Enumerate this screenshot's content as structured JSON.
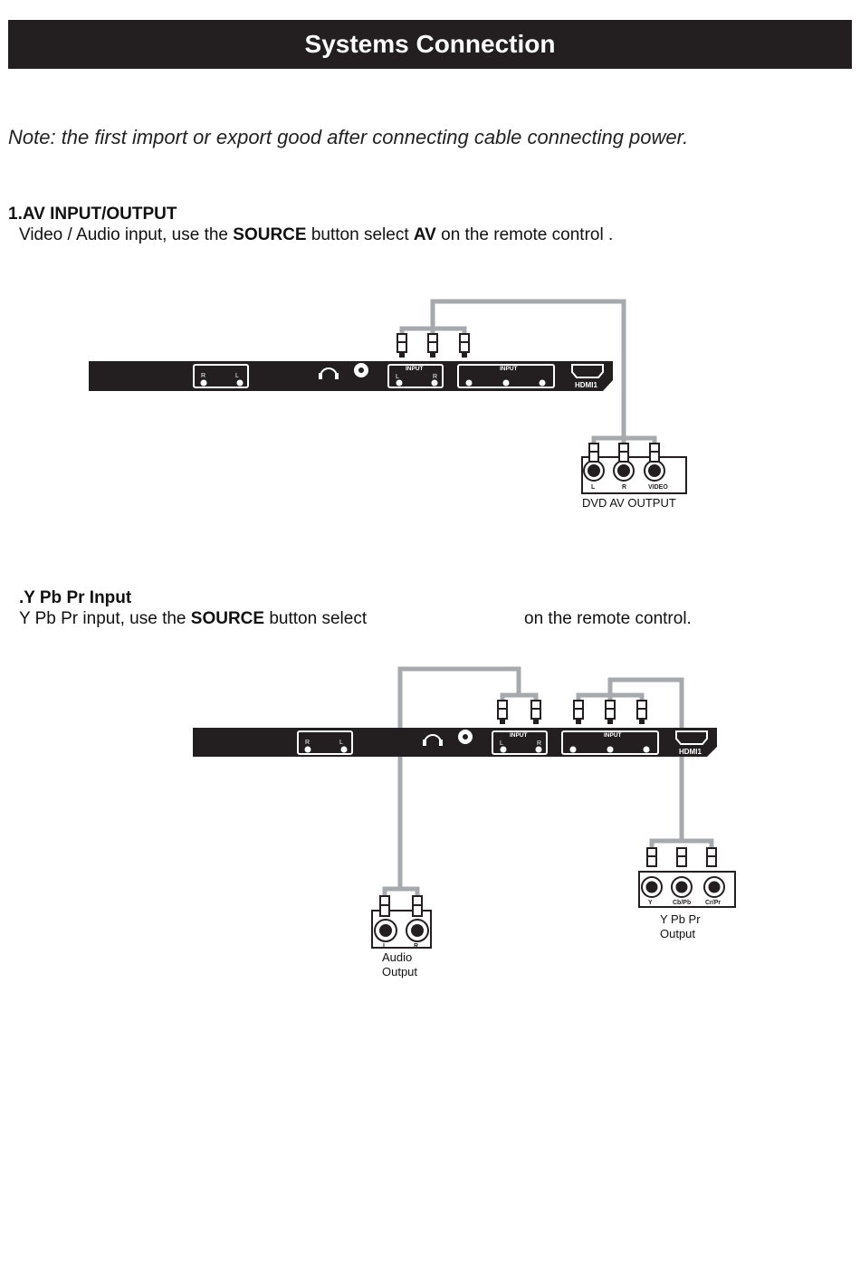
{
  "page": {
    "title": "Systems Connection"
  },
  "note": "Note: the first import or export good after connecting cable connecting power.",
  "section1": {
    "title": "1.AV INPUT/OUTPUT",
    "desc_pre": "Video / Audio input, use the ",
    "desc_bold1": "SOURCE",
    "desc_mid": " button select ",
    "desc_bold2": "AV",
    "desc_post": " on the remote control .",
    "panel": {
      "input_label_a": "INPUT",
      "input_label_b": "INPUT",
      "hdmi_label": "HDMI1",
      "audio_r": "R",
      "audio_l": "L",
      "in_l": "L",
      "in_r": "R"
    },
    "device": {
      "jack_l": "L",
      "jack_r": "R",
      "jack_video": "VIDEO",
      "caption": "DVD  AV OUTPUT"
    }
  },
  "section2": {
    "title": ".Y Pb Pr Input",
    "desc_pre": "Y Pb Pr input, use the ",
    "desc_bold": "SOURCE",
    "desc_mid": " button select",
    "desc_post": "on the remote control.",
    "panel": {
      "input_label_a": "INPUT",
      "input_label_b": "INPUT",
      "hdmi_label": "HDMI1",
      "audio_r": "R",
      "audio_l": "L",
      "in_l": "L",
      "in_r": "R"
    },
    "audio_device": {
      "jack_l": "L",
      "jack_r": "R",
      "caption_line1": "Audio",
      "caption_line2": "Output"
    },
    "ypbpr_device": {
      "jack_y": "Y",
      "jack_cb": "Cb/Pb",
      "jack_cr": "Cr/Pr",
      "caption_line1": "Y Pb Pr",
      "caption_line2": "Output"
    }
  },
  "colors": {
    "header_bg": "#231f20",
    "panel": "#231f20",
    "cable": "#a7a9ac"
  },
  "icons": {
    "headphone": "headphone-icon",
    "hdmi": "hdmi-port-icon"
  }
}
